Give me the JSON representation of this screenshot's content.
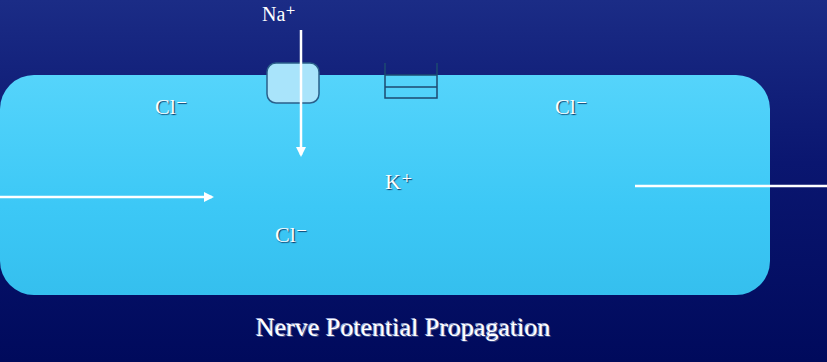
{
  "diagram": {
    "title": "Nerve Potential Propagation",
    "nodes": [
      {
        "text": [
          "Cl⁻",
          "Cl⁻",
          "K⁺",
          "Cl⁻"
        ]
      }
    ],
    "labels": [
      "Na⁺"
    ]
  }
}
